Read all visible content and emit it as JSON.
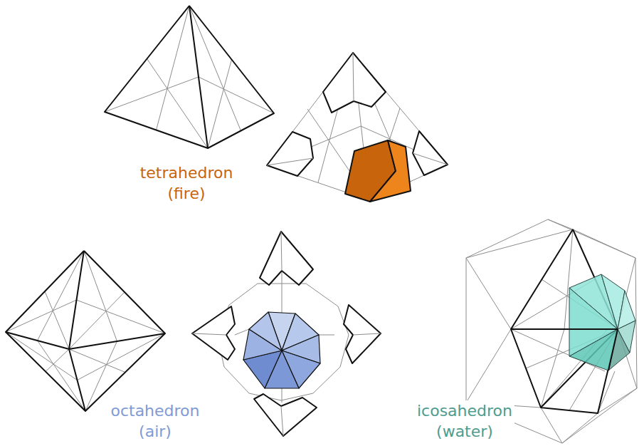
{
  "diagram": {
    "labels": [
      "tetrahedron (fire)",
      "octahedron (air)",
      "icosahedron (water)"
    ]
  }
}
